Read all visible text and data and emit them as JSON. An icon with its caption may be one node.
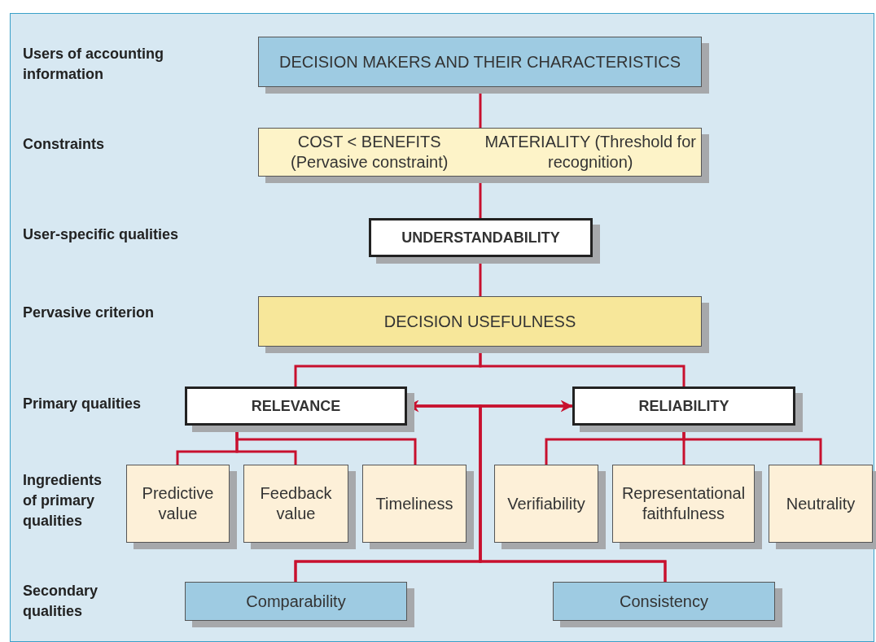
{
  "diagram": {
    "nodes": [
      {
        "text": [
          "DECISION MAKERS AND THEIR CHARACTERISTICS"
        ]
      },
      {
        "text": [
          "COST < BENEFITS (Pervasive constraint)",
          "MATERIALITY (Threshold for recognition)"
        ]
      },
      {
        "text": [
          "UNDERSTANDABILITY"
        ]
      },
      {
        "text": [
          "DECISION USEFULNESS"
        ]
      },
      {
        "text": [
          "RELEVANCE"
        ]
      },
      {
        "text": [
          "RELIABILITY"
        ]
      },
      {
        "text": [
          "Predictive value"
        ]
      },
      {
        "text": [
          "Feedback value"
        ]
      },
      {
        "text": [
          "Timeliness"
        ]
      },
      {
        "text": [
          "Verifiability"
        ]
      },
      {
        "text": [
          "Representational faithfulness"
        ]
      },
      {
        "text": [
          "Neutrality"
        ]
      },
      {
        "text": [
          "Comparability"
        ]
      },
      {
        "text": [
          "Consistency"
        ]
      }
    ],
    "edges": [
      {
        "from": 0,
        "to": 1,
        "arrow": "none"
      },
      {
        "from": 1,
        "to": 2,
        "arrow": "none"
      },
      {
        "from": 2,
        "to": 3,
        "arrow": "none"
      },
      {
        "from": 3,
        "to": 4,
        "arrow": "none"
      },
      {
        "from": 3,
        "to": 5,
        "arrow": "none"
      },
      {
        "from": 4,
        "to": 5,
        "arrow": "both"
      },
      {
        "from": 4,
        "to": 6,
        "arrow": "none"
      },
      {
        "from": 4,
        "to": 7,
        "arrow": "none"
      },
      {
        "from": 4,
        "to": 8,
        "arrow": "none"
      },
      {
        "from": 5,
        "to": 9,
        "arrow": "none"
      },
      {
        "from": 5,
        "to": 10,
        "arrow": "none"
      },
      {
        "from": 5,
        "to": 11,
        "arrow": "none"
      },
      {
        "from": 4,
        "to": 12,
        "arrow": "none"
      },
      {
        "from": 4,
        "to": 13,
        "arrow": "none"
      },
      {
        "from": 5,
        "to": 12,
        "arrow": "none"
      },
      {
        "from": 5,
        "to": 13,
        "arrow": "none"
      }
    ],
    "labels": [
      "Users of accounting information",
      "Constraints",
      "User-specific qualities",
      "Pervasive criterion",
      "Primary qualities",
      "Ingredients of primary qualities",
      "Secondary qualities"
    ]
  }
}
